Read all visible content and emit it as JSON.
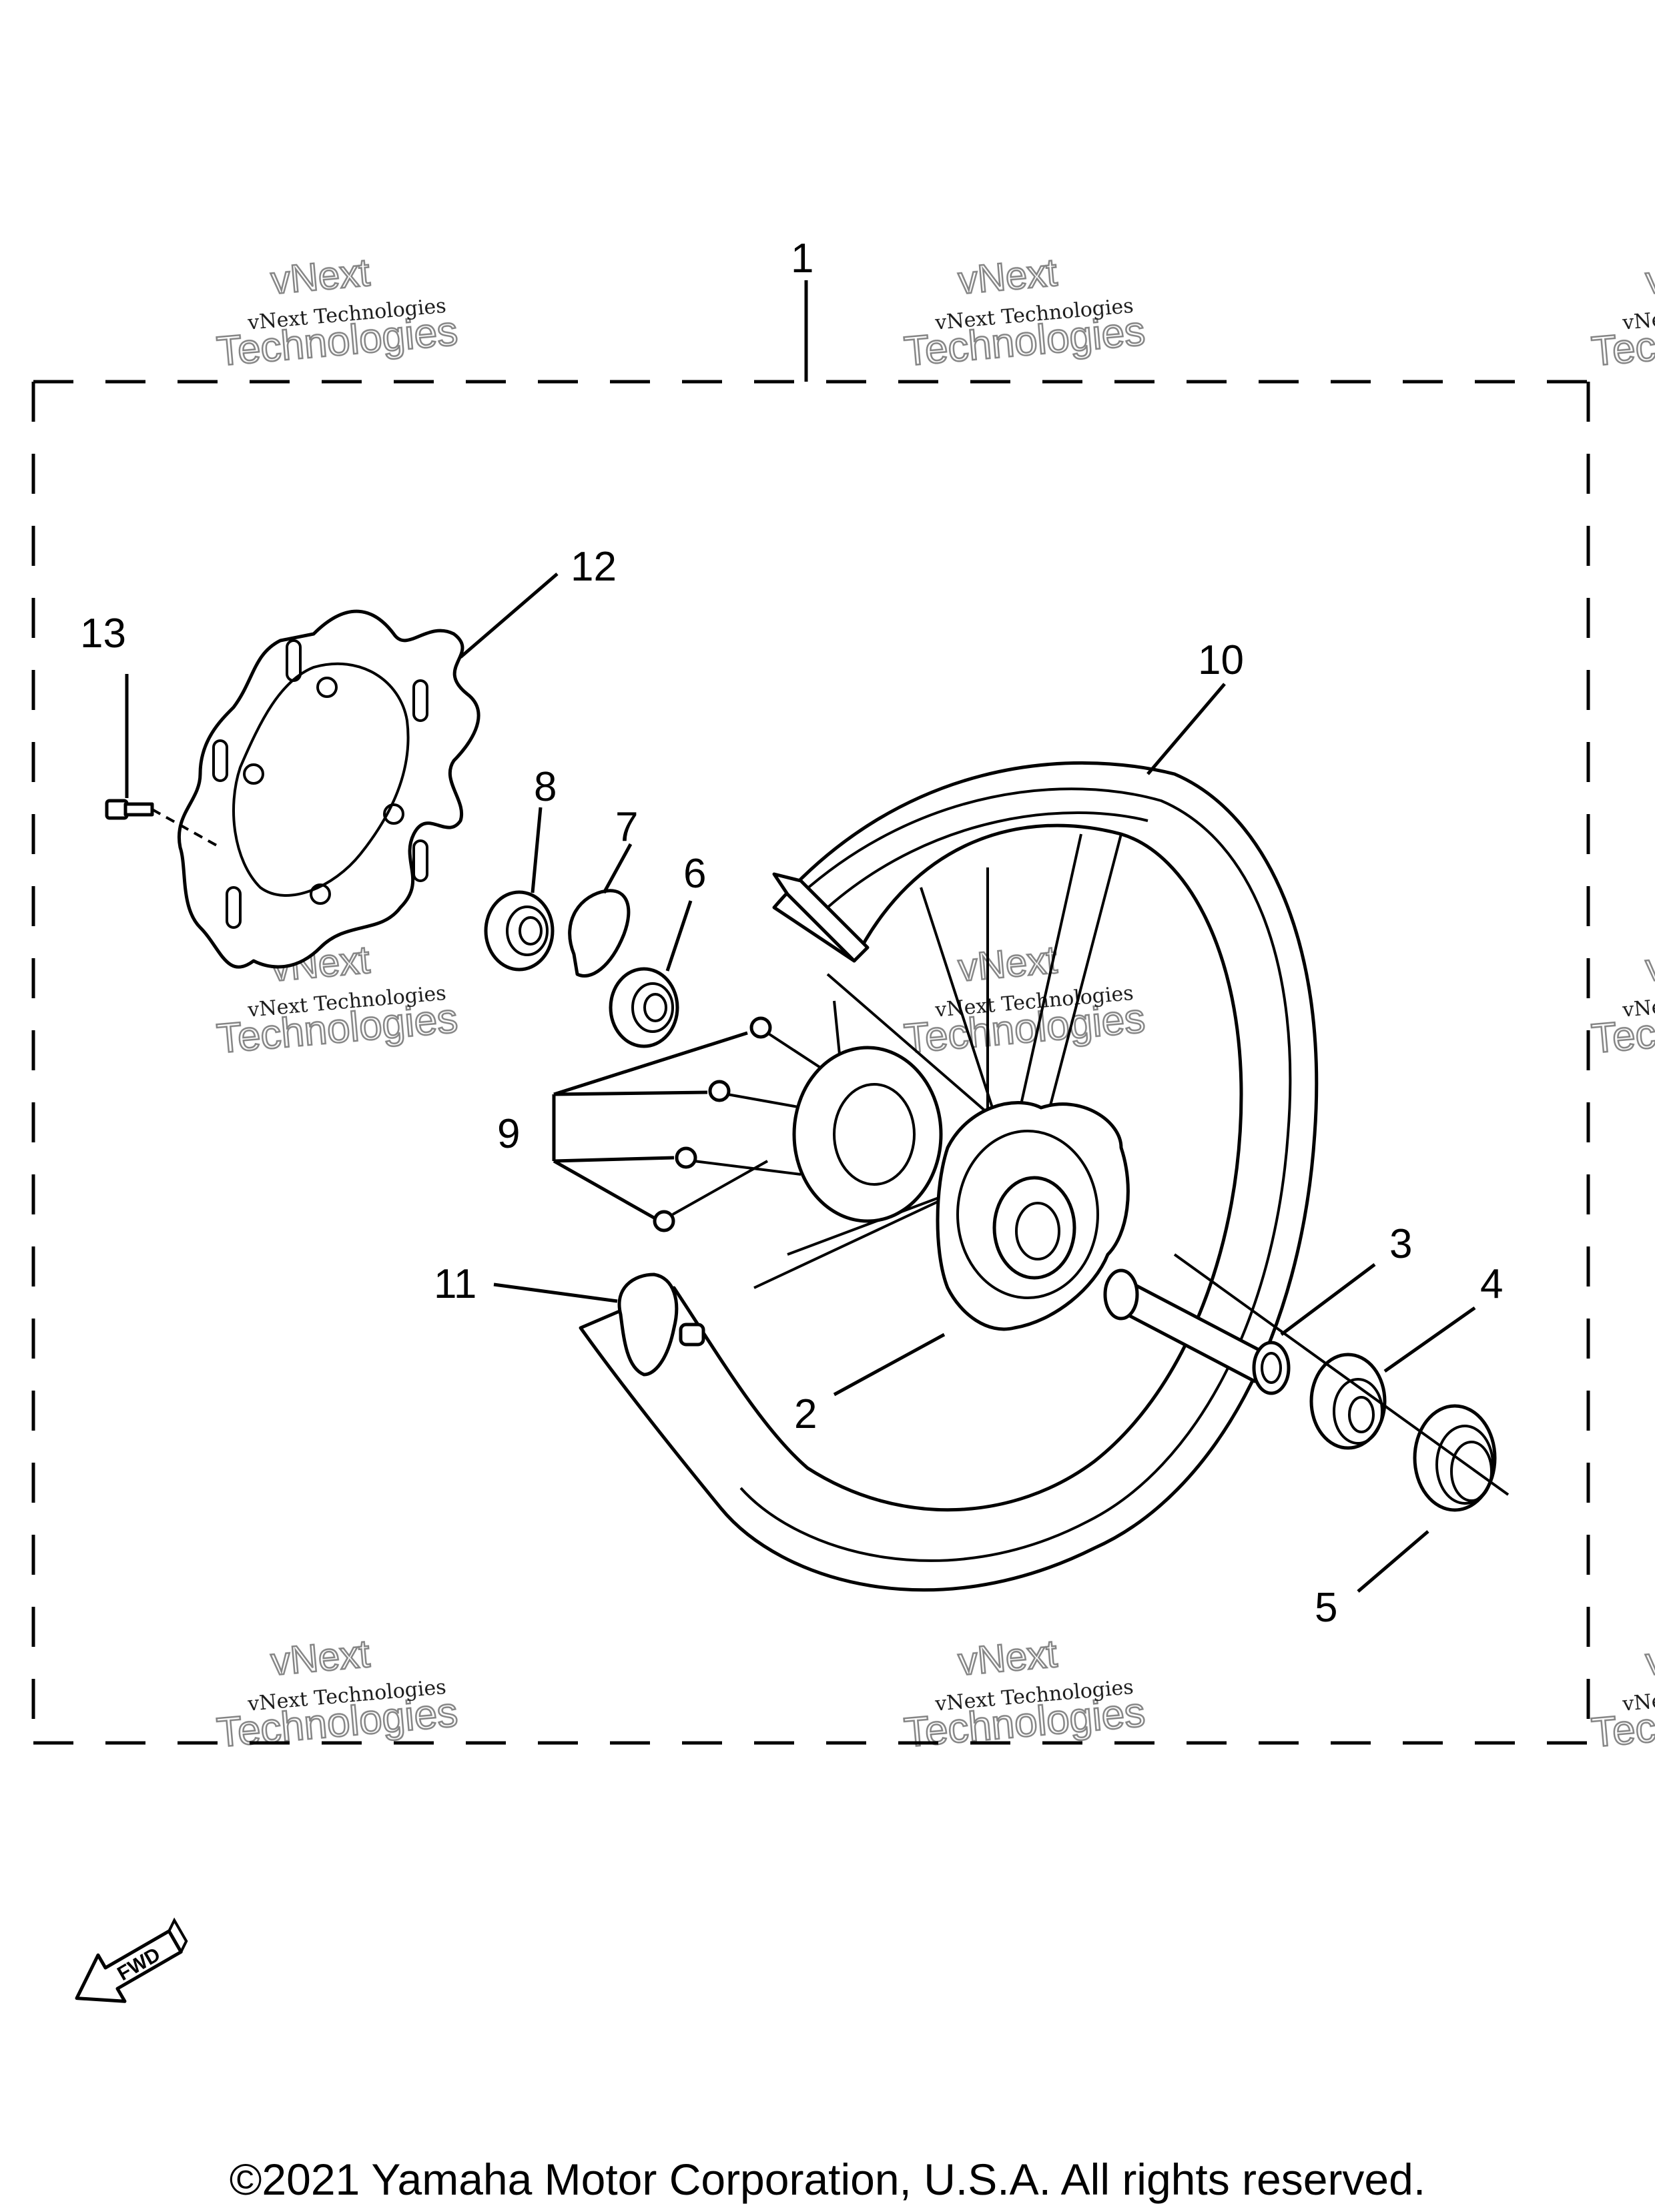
{
  "callouts": [
    {
      "id": "1",
      "label": "1"
    },
    {
      "id": "2",
      "label": "2"
    },
    {
      "id": "3",
      "label": "3"
    },
    {
      "id": "4",
      "label": "4"
    },
    {
      "id": "5",
      "label": "5"
    },
    {
      "id": "6",
      "label": "6"
    },
    {
      "id": "7",
      "label": "7"
    },
    {
      "id": "8",
      "label": "8"
    },
    {
      "id": "9",
      "label": "9"
    },
    {
      "id": "10",
      "label": "10"
    },
    {
      "id": "11",
      "label": "11"
    },
    {
      "id": "12",
      "label": "12"
    },
    {
      "id": "13",
      "label": "13"
    }
  ],
  "watermark": {
    "line1": "vNext Technologies",
    "big1": "vNext",
    "big2": "Technologies"
  },
  "fwd_label": "FWD",
  "copyright": "©2021 Yamaha Motor Corporation, U.S.A. All rights reserved."
}
